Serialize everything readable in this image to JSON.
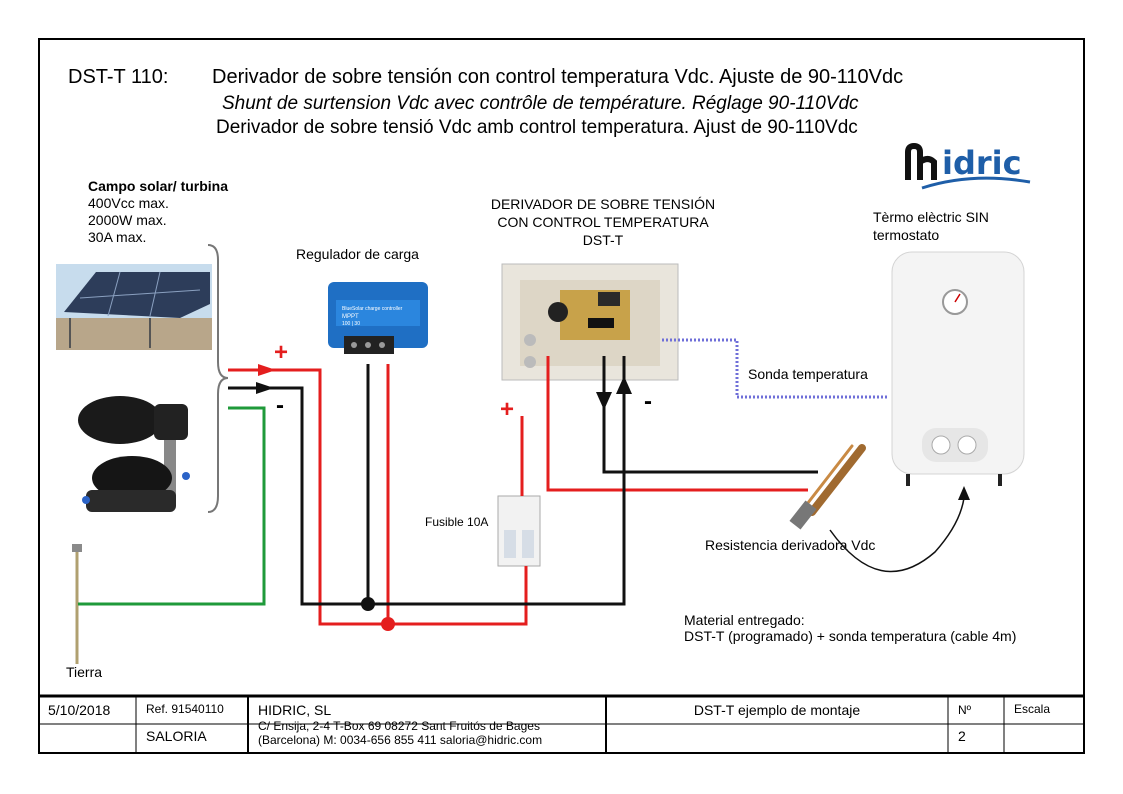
{
  "title": {
    "code": "DST-T 110:",
    "line_es": "Derivador de sobre tensión con control temperatura Vdc. Ajuste de 90-110Vdc",
    "line_fr": "Shunt de surtension Vdc avec contrôle de température. Réglage 90-110Vdc",
    "line_ca": "Derivador de sobre tensió Vdc amb control temperatura. Ajust de 90-110Vdc"
  },
  "logo": {
    "text": "idric",
    "initial": "h"
  },
  "source": {
    "heading": "Campo solar/ turbina",
    "specs": [
      "400Vcc max.",
      "2000W max.",
      "30A max."
    ]
  },
  "components": {
    "regulator": "Regulador de carga",
    "regulator_device_text": [
      "BlueSolar charge controller",
      "MPPT",
      "100 | 30"
    ],
    "derivator": [
      "DERIVADOR DE SOBRE TENSIÓN",
      "CON CONTROL TEMPERATURA",
      "DST-T"
    ],
    "heater": [
      "Tèrmo elèctric SIN",
      "termostato"
    ],
    "probe": "Sonda temperatura",
    "resistance": "Resistencia derivadora Vdc",
    "fuse": "Fusible 10A",
    "ground": "Tierra"
  },
  "signs": {
    "plus": "+",
    "minus": "-"
  },
  "material": {
    "heading": "Material entregado:",
    "detail": "DST-T (programado)  + sonda temperatura (cable 4m)"
  },
  "title_block": {
    "date": "5/10/2018",
    "ref": "Ref. 91540110",
    "client": "SALORIA",
    "company": "HIDRIC, SL",
    "address": "C/ Ensija, 2-4 T-Box 69 08272 Sant Fruitós de Bages",
    "contact": "(Barcelona)  M: 0034-656 855 411     saloria@hidric.com",
    "drawing": "DST-T ejemplo de montaje",
    "number_label": "Nº",
    "number": "2",
    "scale_label": "Escala",
    "scale": ""
  },
  "colors": {
    "positive": "#e41e1e",
    "negative": "#111111",
    "earth": "#1f9a3a",
    "probe": "#6f6fd8",
    "logo_blue": "#1e5ea8"
  }
}
